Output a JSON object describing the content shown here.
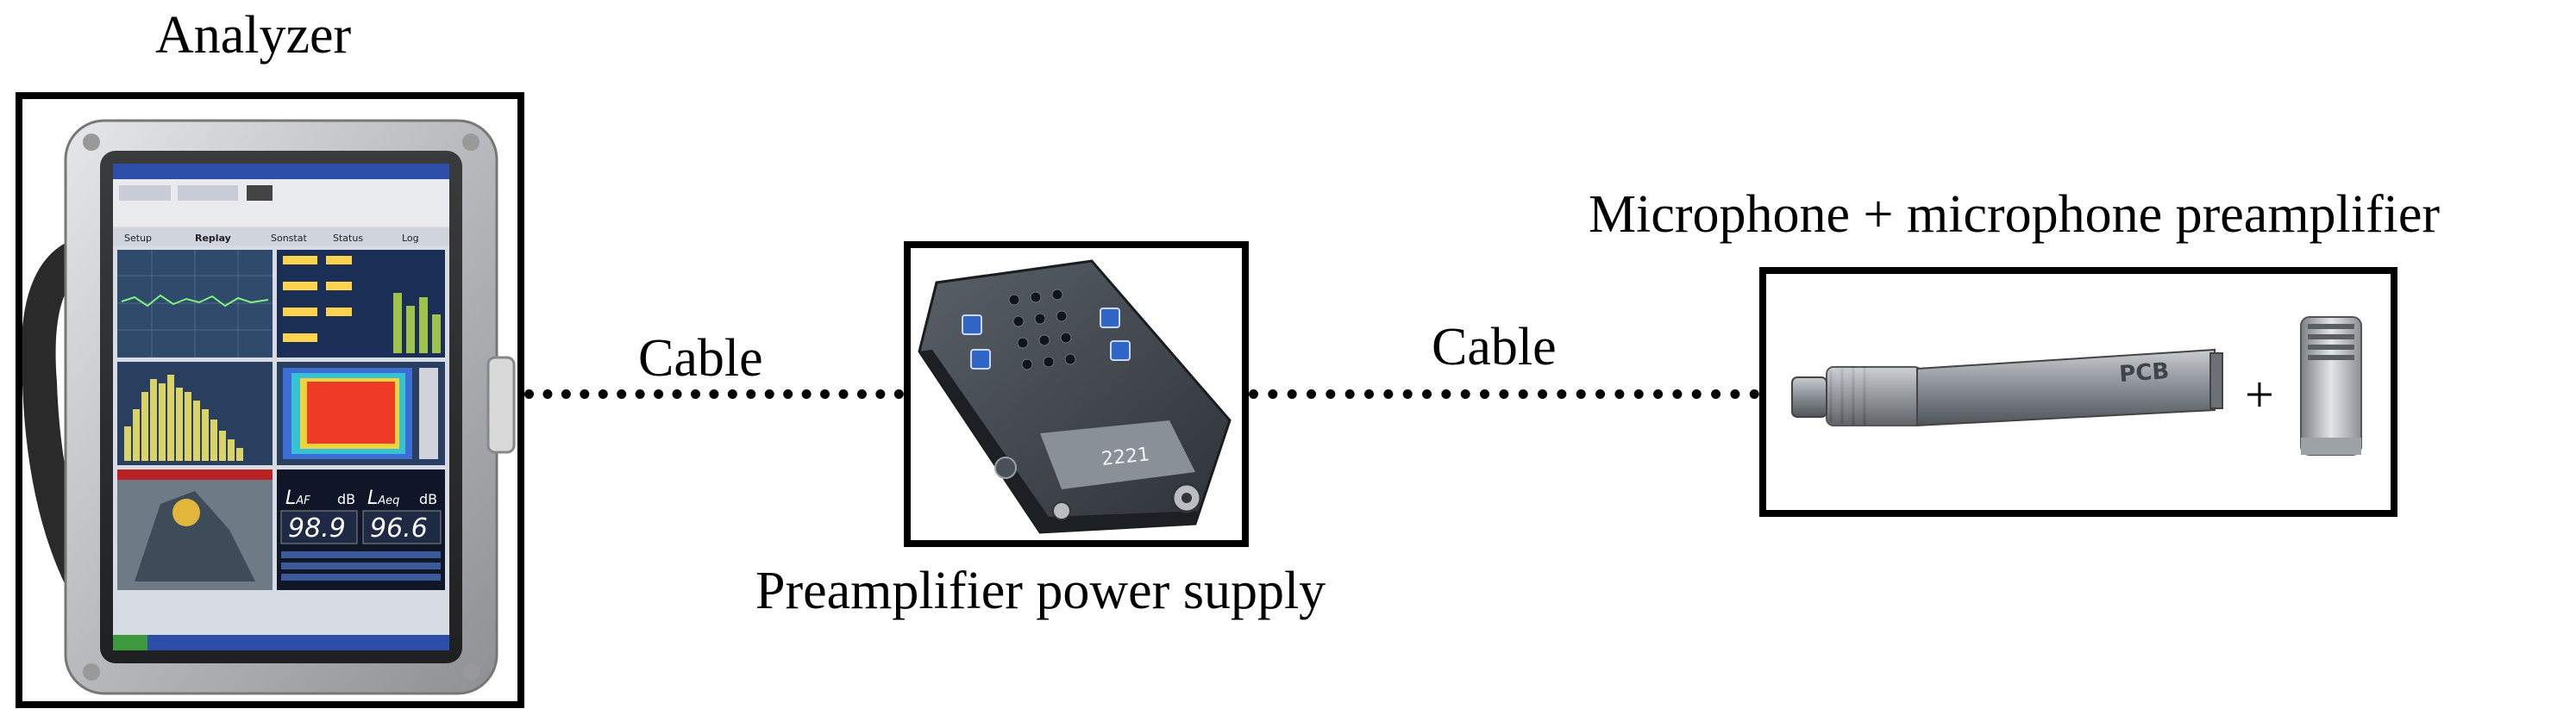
{
  "nodes": {
    "analyzer": {
      "label": "Analyzer"
    },
    "power_supply": {
      "label": "Preamplifier power supply",
      "model": "2221"
    },
    "microphone": {
      "label": "Microphone + microphone preamplifier",
      "brand": "PCB",
      "plus": "+"
    }
  },
  "connections": [
    {
      "from": "analyzer",
      "to": "power_supply",
      "label": "Cable"
    },
    {
      "from": "power_supply",
      "to": "microphone",
      "label": "Cable"
    }
  ],
  "screen": {
    "tabs": [
      "Setup",
      "Replay",
      "Sonstat",
      "Status",
      "Log"
    ],
    "laf_symbol": "L",
    "laf_sub": "AF",
    "laeq_symbol": "L",
    "laeq_sub": "Aeq",
    "unit": "dB",
    "laf_value": "98.9",
    "laeq_value": "96.6"
  }
}
